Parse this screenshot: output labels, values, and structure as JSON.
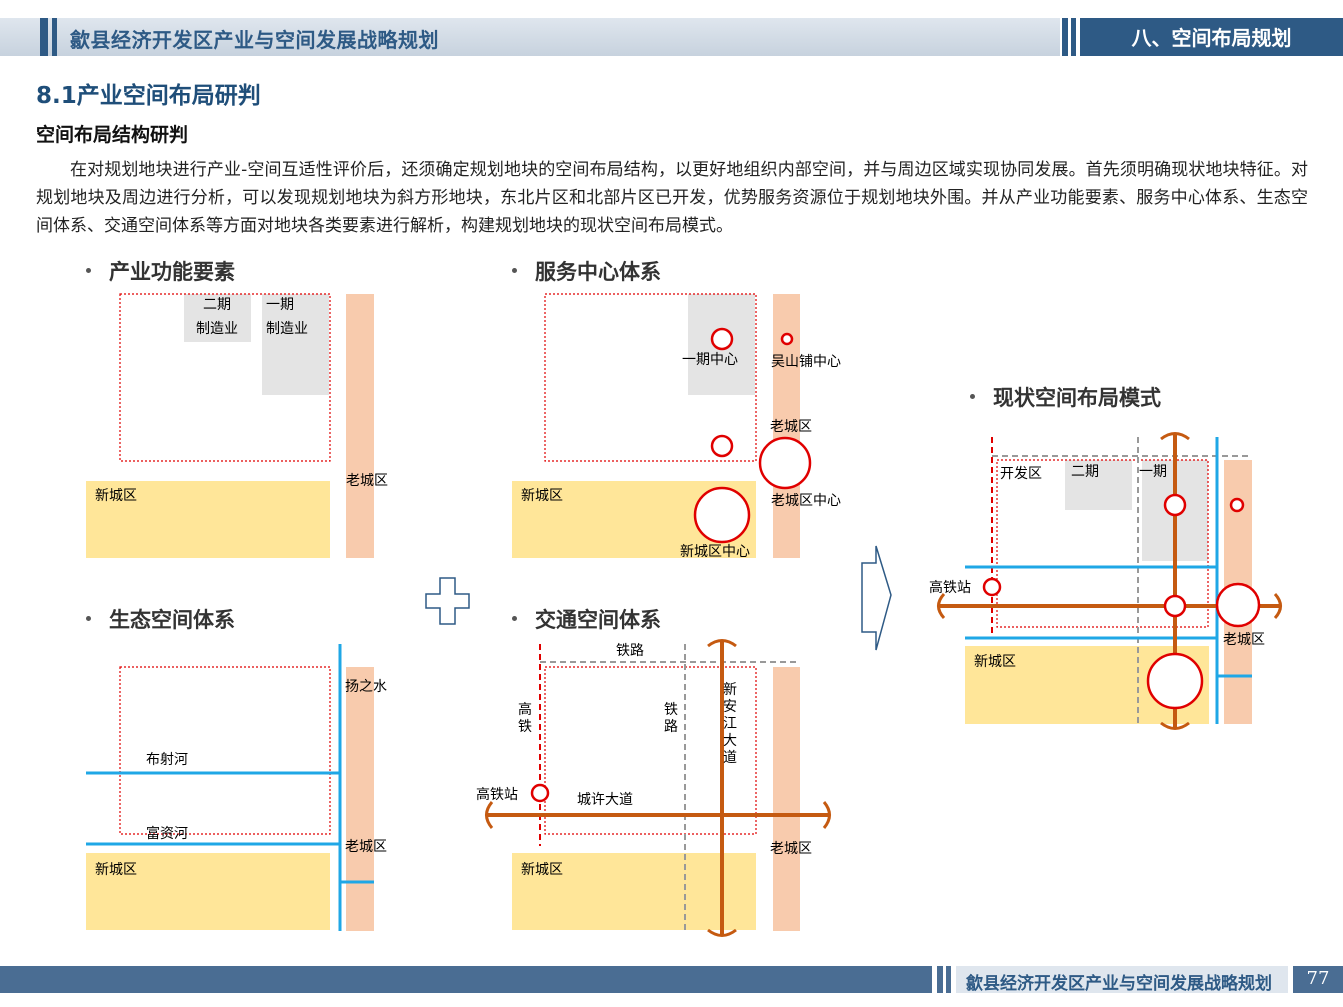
{
  "header": {
    "doc_title": "歙县经济开发区产业与空间发展战略规划",
    "section": "八、空间布局规划"
  },
  "heading1": "8.1产业空间布局研判",
  "heading2": "空间布局结构研判",
  "paragraph": "在对规划地块进行产业-空间互适性评价后，还须确定规划地块的空间布局结构，以更好地组织内部空间，并与周边区域实现协同发展。首先须明确现状地块特征。对规划地块及周边进行分析，可以发现规划地块为斜方形地块，东北片区和北部片区已开发，优势服务资源位于规划地块外围。并从产业功能要素、服务中心体系、生态空间体系、交通空间体系等方面对地块各类要素进行解析，构建规划地块的现状空间布局模式。",
  "panels": {
    "industry": {
      "title": "产业功能要素",
      "phase2_top": "二期",
      "phase2_bottom": "制造业",
      "phase1_top": "一期",
      "phase1_bottom": "制造业",
      "old_city": "老城区",
      "new_city": "新城区"
    },
    "service": {
      "title": "服务中心体系",
      "phase1_center": "一期中心",
      "wushanpu_center": "吴山铺中心",
      "old_city": "老城区",
      "old_city_center": "老城区中心",
      "new_city": "新城区",
      "new_city_center": "新城区中心"
    },
    "ecology": {
      "title": "生态空间体系",
      "yangzhishui": "扬之水",
      "bushe_river": "布射河",
      "fuzi_river": "富资河",
      "old_city": "老城区",
      "new_city": "新城区"
    },
    "traffic": {
      "title": "交通空间体系",
      "railway_top": "铁路",
      "hsr_vertical_1": "高",
      "hsr_vertical_2": "铁",
      "railway_v1": "铁",
      "railway_v2": "路",
      "xinan_1": "新",
      "xinan_2": "安",
      "xinan_3": "江",
      "xinan_4": "大",
      "xinan_5": "道",
      "hsr_station": "高铁站",
      "chengxu_road": "城许大道",
      "old_city": "老城区",
      "new_city": "新城区"
    },
    "current": {
      "title": "现状空间布局模式",
      "dev_zone": "开发区",
      "phase2": "二期",
      "phase1": "一期",
      "hsr_station": "高铁站",
      "old_city": "老城区",
      "new_city": "新城区"
    }
  },
  "colors": {
    "navy": "#2e5a85",
    "new_city_yellow": "#ffe699",
    "old_city_peach": "#f8cbad",
    "built_gray": "#e4e4e4",
    "river_blue": "#1fa7e6",
    "road_orange": "#c55a11",
    "red": "#e00000"
  },
  "footer": {
    "doc_title": "歙县经济开发区产业与空间发展战略规划",
    "page": "77"
  }
}
